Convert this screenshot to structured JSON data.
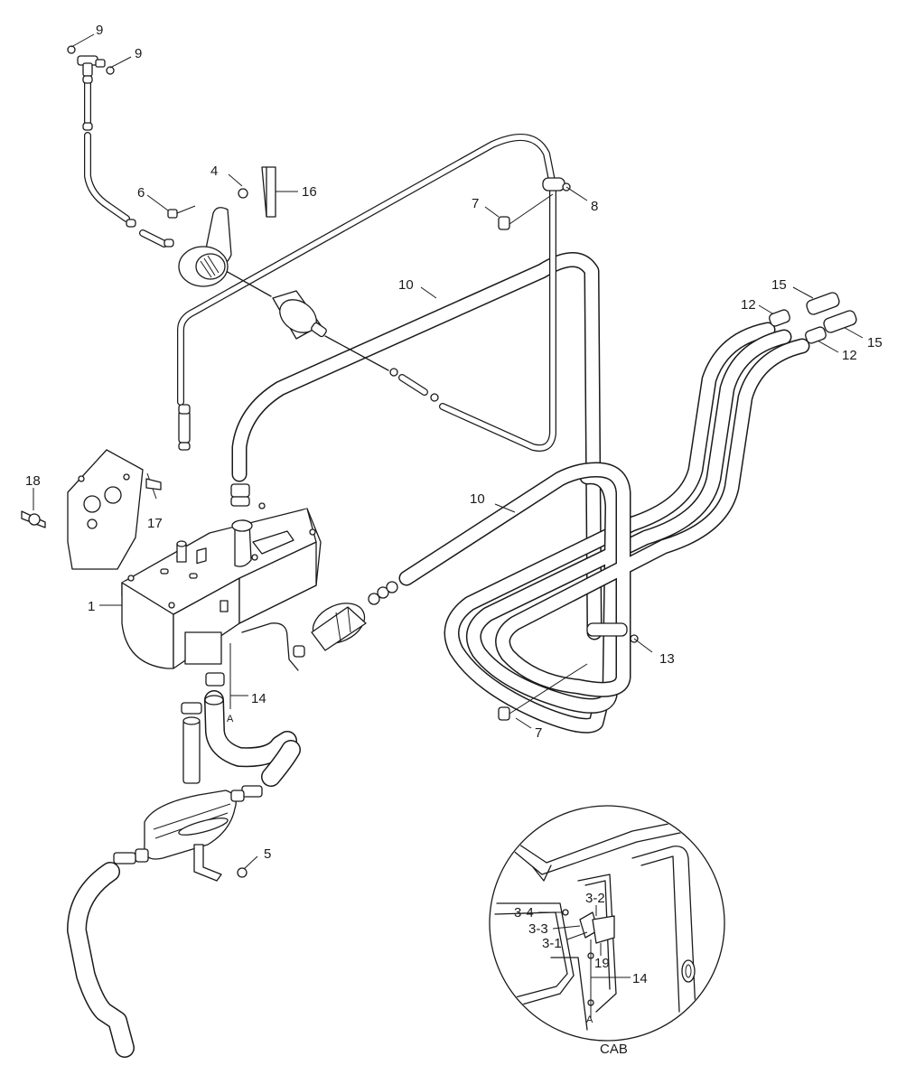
{
  "labels": {
    "p1": "1",
    "p3_1": "3-1",
    "p3_2": "3-2",
    "p3_3": "3-3",
    "p3_4": "3-4",
    "p4": "4",
    "p5": "5",
    "p6": "6",
    "p7a": "7",
    "p7b": "7",
    "p8": "8",
    "p9a": "9",
    "p9b": "9",
    "p10a": "10",
    "p10b": "10",
    "p12a": "12",
    "p12b": "12",
    "p13": "13",
    "p14a": "14",
    "p14b": "14",
    "p15a": "15",
    "p15b": "15",
    "p16": "16",
    "p17": "17",
    "p18": "18",
    "p19": "19",
    "markA1": "A",
    "markA2": "A",
    "cab": "CAB"
  }
}
